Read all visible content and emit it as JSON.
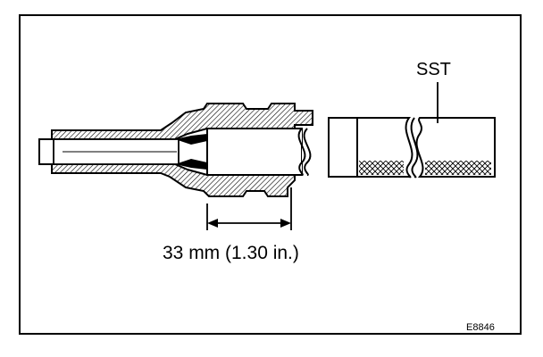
{
  "figure": {
    "tool_label": "SST",
    "dimension_label": "33 mm (1.30 in.)",
    "figure_code": "E8846"
  }
}
